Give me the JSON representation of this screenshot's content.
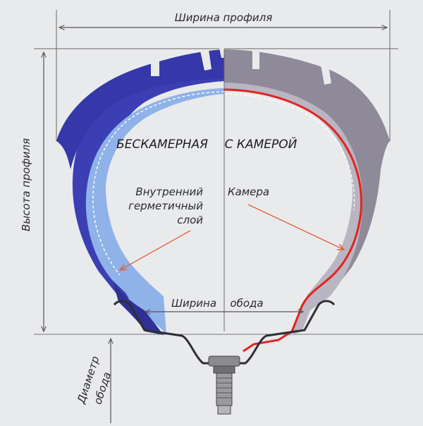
{
  "labels": {
    "profile_width": "Ширина профиля",
    "profile_height": "Высота профиля",
    "rim_diameter_line1": "Диаметр",
    "rim_diameter_line2": "обода",
    "rim_width_left": "Ширина",
    "rim_width_right": "обода",
    "tubeless": "БЕСКАМЕРНАЯ",
    "with_tube": "С КАМЕРОЙ",
    "inner_layer_line1": "Внутренний",
    "inner_layer_line2": "герметичный",
    "inner_layer_line3": "слой",
    "tube": "Камера"
  },
  "colors": {
    "background": "#e9eaec",
    "tubeless_tread": "#3b3fb3",
    "tubeless_inner_layer": "#8fb2e8",
    "tube_side_tread": "#8e8a9a",
    "tube_line": "#e2231d",
    "arrow": "#e0603a",
    "dimension_lines": "#555555",
    "rim": "#2f2f33"
  }
}
